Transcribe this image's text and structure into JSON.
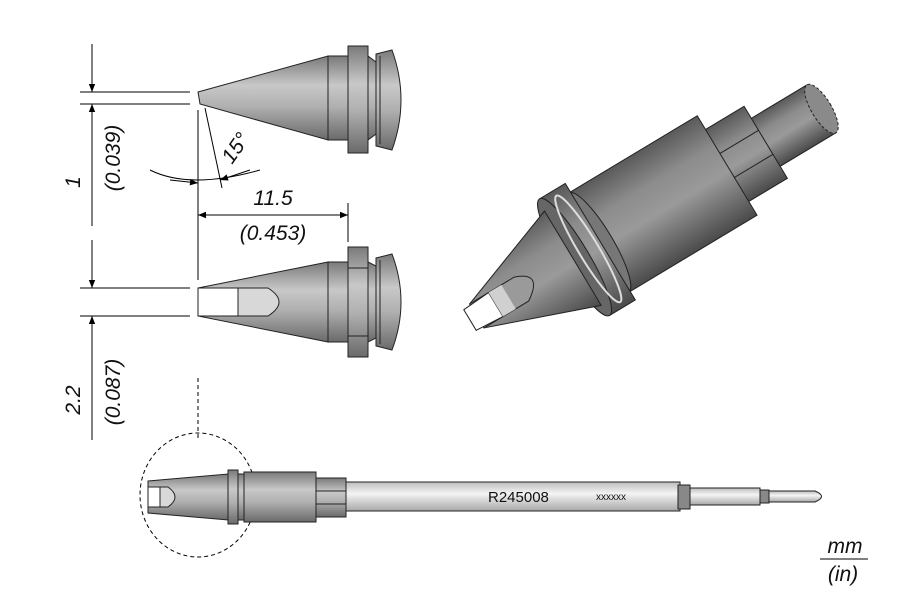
{
  "dimensions": {
    "tip_thickness": {
      "mm": "1",
      "in": "(0.039)"
    },
    "angle": "15°",
    "length": {
      "mm": "11.5",
      "in": "(0.453)"
    },
    "tip_width": {
      "mm": "2.2",
      "in": "(0.087)"
    }
  },
  "part": {
    "number": "R245008",
    "serial": "xxxxxx"
  },
  "units": {
    "primary": "mm",
    "secondary": "(in)"
  },
  "colors": {
    "metal": "#8a8a8a",
    "metal_light": "#d0d0d0",
    "chisel_face": "#ffffff",
    "shaft": "#e2e2e2"
  }
}
